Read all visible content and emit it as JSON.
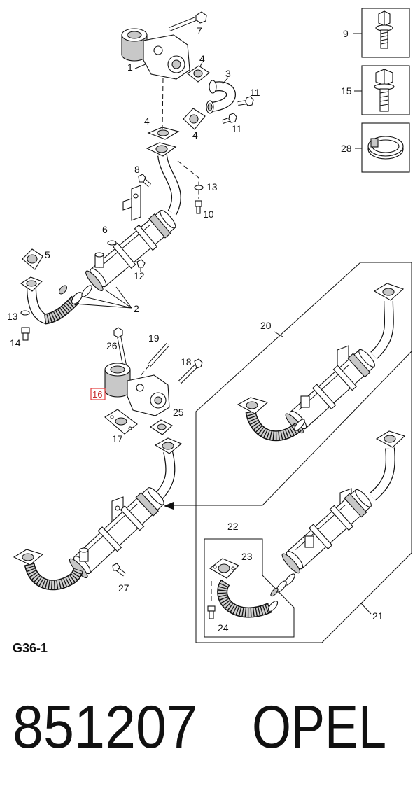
{
  "figure_code": "G36-1",
  "part_number": "851207",
  "brand": "OPEL",
  "highlight_color": "#e23b3b",
  "callouts": [
    "7",
    "1",
    "4",
    "3",
    "11",
    "4",
    "11",
    "4",
    "8",
    "13",
    "10",
    "6",
    "5",
    "12",
    "2",
    "13",
    "14",
    "19",
    "26",
    "18",
    "16",
    "25",
    "17",
    "20",
    "22",
    "23",
    "24",
    "27",
    "21",
    "9",
    "15",
    "28"
  ]
}
